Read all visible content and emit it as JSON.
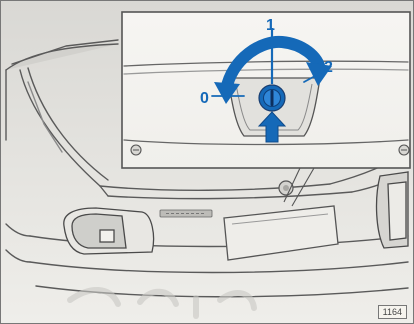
{
  "figure": {
    "number": "1164",
    "positions": [
      "0",
      "1",
      "2"
    ]
  },
  "icons": {
    "rotation_arrow": "curved-double-arrow-icon",
    "push_arrow": "up-arrow-icon",
    "lock_cylinder": "lock-cylinder-icon"
  },
  "colors": {
    "accent": "#1569b8",
    "line": "#5a5a5a",
    "background": "#f4f3ef"
  }
}
